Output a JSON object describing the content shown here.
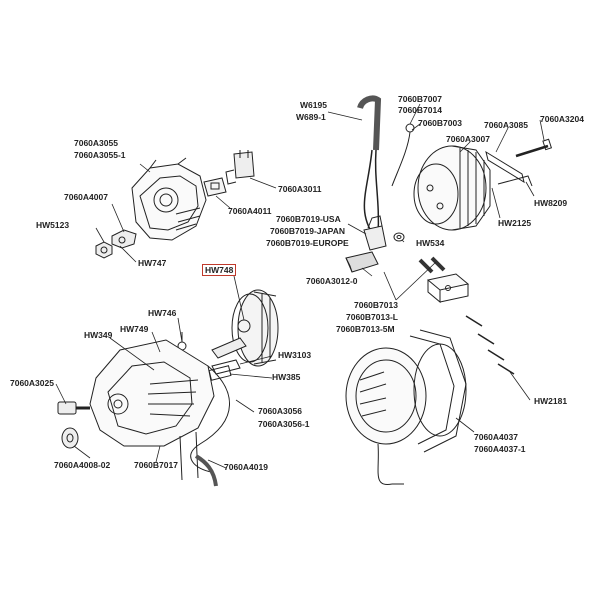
{
  "labels": {
    "l_7060A3055": "7060A3055",
    "l_7060A3055_1": "7060A3055-1",
    "l_7060A4007": "7060A4007",
    "l_HW5123": "HW5123",
    "l_HW747": "HW747",
    "l_7060A4011": "7060A4011",
    "l_7060A3011": "7060A3011",
    "l_W6195": "W6195",
    "l_W689_1": "W689-1",
    "l_7060B7007": "7060B7007",
    "l_7060B7014": "7060B7014",
    "l_7060B7003": "7060B7003",
    "l_7060A3085": "7060A3085",
    "l_7060A3204": "7060A3204",
    "l_7060A3007": "7060A3007",
    "l_HW8209": "HW8209",
    "l_HW2125": "HW2125",
    "l_7060B7019_USA": "7060B7019-USA",
    "l_7060B7019_JAPAN": "7060B7019-JAPAN",
    "l_7060B7019_EUROPE": "7060B7019-EUROPE",
    "l_HW534": "HW534",
    "l_7060A3012_0": "7060A3012-0",
    "l_HW748": "HW748",
    "l_HW746": "HW746",
    "l_HW749": "HW749",
    "l_HW349": "HW349",
    "l_HW3103": "HW3103",
    "l_HW385": "HW385",
    "l_7060B7013": "7060B7013",
    "l_7060B7013_L": "7060B7013-L",
    "l_7060B7013_5M": "7060B7013-5M",
    "l_7060A3025": "7060A3025",
    "l_7060A3056": "7060A3056",
    "l_7060A3056_1": "7060A3056-1",
    "l_HW2181": "HW2181",
    "l_7060A4008_02": "7060A4008-02",
    "l_7060B7017": "7060B7017",
    "l_7060A4019": "7060A4019",
    "l_7060A4037": "7060A4037",
    "l_7060A4037_1": "7060A4037-1"
  },
  "highlight_color": "#c0392b"
}
